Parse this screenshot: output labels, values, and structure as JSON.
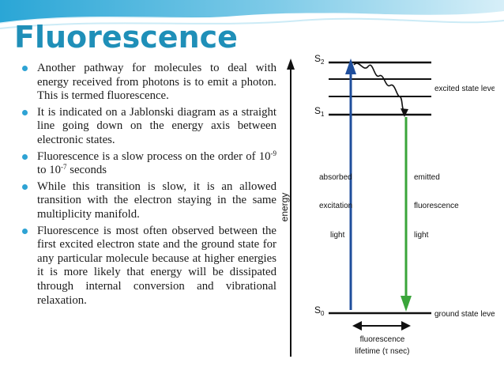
{
  "slide": {
    "title": "Fluorescence",
    "bullets": [
      {
        "text": "Another pathway for molecules to deal with energy received from photons is to emit a photon. This is termed fluorescence."
      },
      {
        "text": "It is indicated on a Jablonski diagram as a straight line going down on the energy axis between electronic states."
      },
      {
        "text_before": "Fluorescence is a slow process on the order of 10",
        "sup1": "-9",
        "text_middle": " to 10",
        "sup2": "-7",
        "text_after": " seconds"
      },
      {
        "text": "While this transition is slow, it is an allowed transition with the electron staying in the same multiplicity manifold."
      },
      {
        "text": "Fluorescence is most often observed between the first excited electron state and the ground state for any particular molecule because at higher energies it is more likely that energy will be dissipated through internal conversion and vibrational relaxation."
      }
    ]
  },
  "diagram": {
    "energy_axis_label": "energy",
    "s2_label": "S",
    "s2_sub": "2",
    "s1_label": "S",
    "s1_sub": "1",
    "s0_label": "S",
    "s0_sub": "0",
    "excited_levels_label": "excited state levels",
    "ground_level_label": "ground state level",
    "absorbed_lines": [
      "absorbed",
      "excitation",
      "light"
    ],
    "emitted_lines": [
      "emitted",
      "fluorescence",
      "light"
    ],
    "lifetime_line1": "fluorescence",
    "lifetime_line2": "lifetime (τ nsec)",
    "colors": {
      "absorption_arrow": "#1f4e9c",
      "emission_arrow": "#3aa53a",
      "title": "#1f8fb8",
      "bullet": "#2ea3d4"
    }
  }
}
